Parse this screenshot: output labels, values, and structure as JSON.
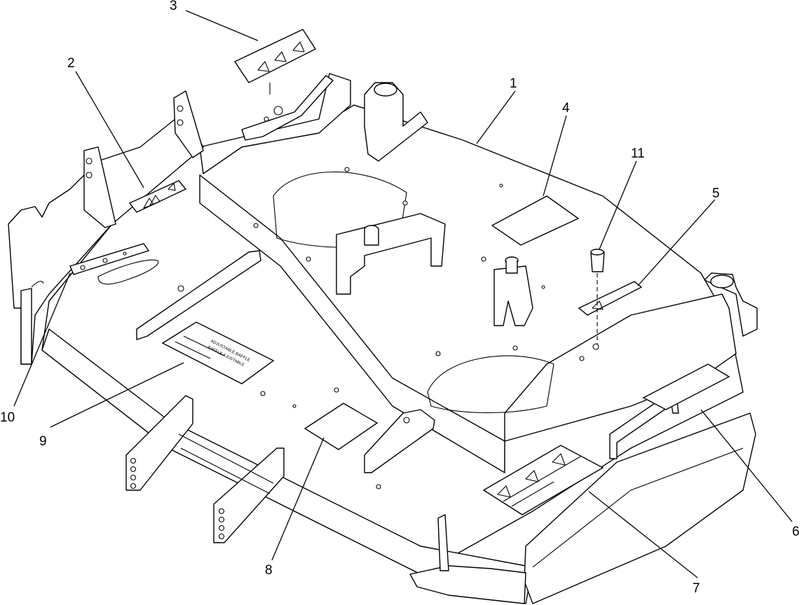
{
  "callouts": [
    {
      "id": "1",
      "label": "1"
    },
    {
      "id": "2",
      "label": "2"
    },
    {
      "id": "3",
      "label": "3"
    },
    {
      "id": "4",
      "label": "4"
    },
    {
      "id": "5",
      "label": "5"
    },
    {
      "id": "6",
      "label": "6"
    },
    {
      "id": "7",
      "label": "7"
    },
    {
      "id": "8",
      "label": "8"
    },
    {
      "id": "9",
      "label": "9"
    },
    {
      "id": "10",
      "label": "10"
    },
    {
      "id": "11",
      "label": "11"
    }
  ],
  "decals": {
    "baffle_title_1": "ADJUSTABLE BAFFLE",
    "baffle_title_2": "BAFFLE AJUSTABLE"
  },
  "icons": [
    "warning-triangle-icon",
    "mower-deck-drawing"
  ]
}
